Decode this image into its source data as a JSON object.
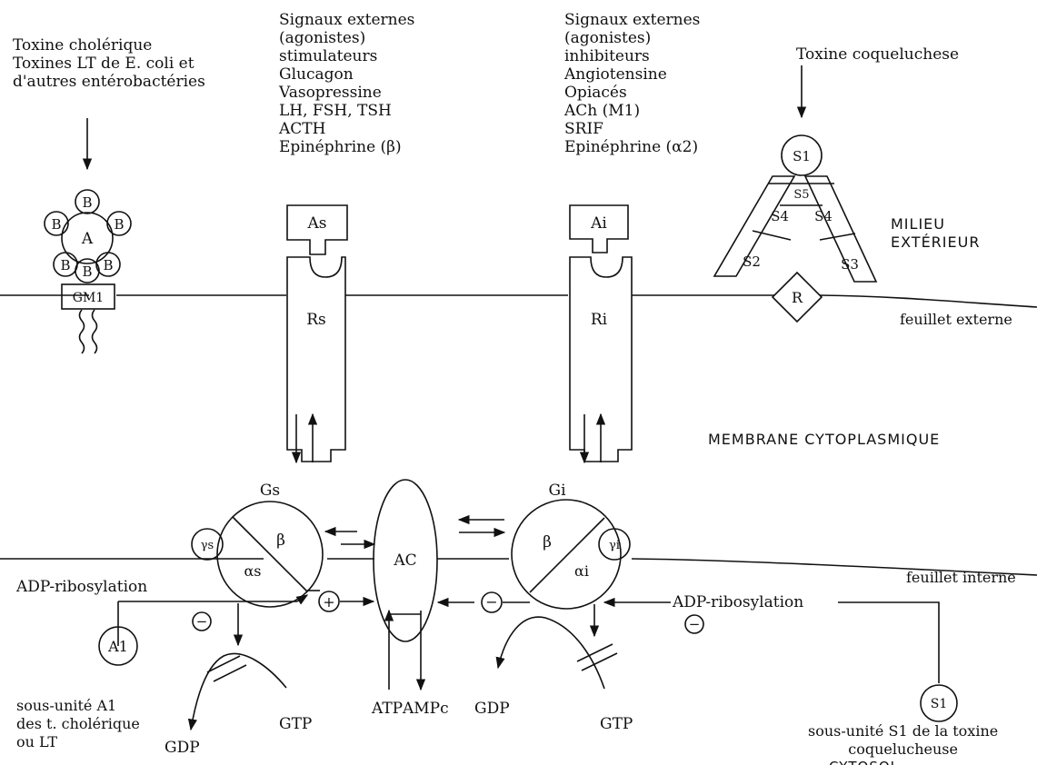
{
  "left_column": {
    "lines": [
      "Toxine cholérique",
      "Toxines LT de E. coli et",
      "d'autres entérobactéries"
    ]
  },
  "stim_column": {
    "lines": [
      "Signaux externes",
      "(agonistes)",
      "stimulateurs",
      "Glucagon",
      "Vasopressine",
      "LH, FSH, TSH",
      "ACTH",
      "Epinéphrine (β)"
    ]
  },
  "inhib_column": {
    "lines": [
      "Signaux externes",
      "(agonistes)",
      "inhibiteurs",
      "Angiotensine",
      "Opiacés",
      "ACh (M1)",
      "SRIF",
      "Epinéphrine (α2)"
    ]
  },
  "pertussis_title": "Toxine coqueluchese",
  "regions": {
    "milieu": [
      "MILIEU",
      "EXTÉRIEUR"
    ],
    "feuillet_externe": "feuillet externe",
    "membrane": "MEMBRANE CYTOPLASMIQUE",
    "feuillet_interne": "feuillet interne",
    "cytosol": "CYTOSOL"
  },
  "cholera_toxin": {
    "center": "A",
    "subunits": [
      "B",
      "B",
      "B",
      "B",
      "B",
      "B"
    ],
    "receptor": "GM1"
  },
  "pertussis_toxin": {
    "s1": "S1",
    "s5": "S5",
    "s4_left": "S4",
    "s4_right": "S4",
    "s2": "S2",
    "s3": "S3",
    "receptor": "R"
  },
  "stimulatory_path": {
    "agonist": "As",
    "receptor": "Rs",
    "g_protein": "Gs",
    "beta": "β",
    "alpha": "αs",
    "gamma": "γs"
  },
  "inhibitory_path": {
    "agonist": "Ai",
    "receptor": "Ri",
    "g_protein": "Gi",
    "beta": "β",
    "alpha": "αi",
    "gamma": "γi"
  },
  "effector": {
    "label": "AC",
    "substrate": "ATP",
    "product": "AMPc"
  },
  "regulation": {
    "adp_left": "ADP-ribosylation",
    "adp_right": "ADP-ribosylation",
    "plus": "+",
    "minus": "−"
  },
  "nucleotides": {
    "gdp": "GDP",
    "gtp": "GTP"
  },
  "subunit_a1": {
    "label": "A1",
    "caption": [
      "sous-unité A1",
      "des t. cholérique",
      "ou LT"
    ]
  },
  "subunit_s1": {
    "label": "S1",
    "caption": [
      "sous-unité S1 de la toxine",
      "coquelucheuse"
    ]
  }
}
